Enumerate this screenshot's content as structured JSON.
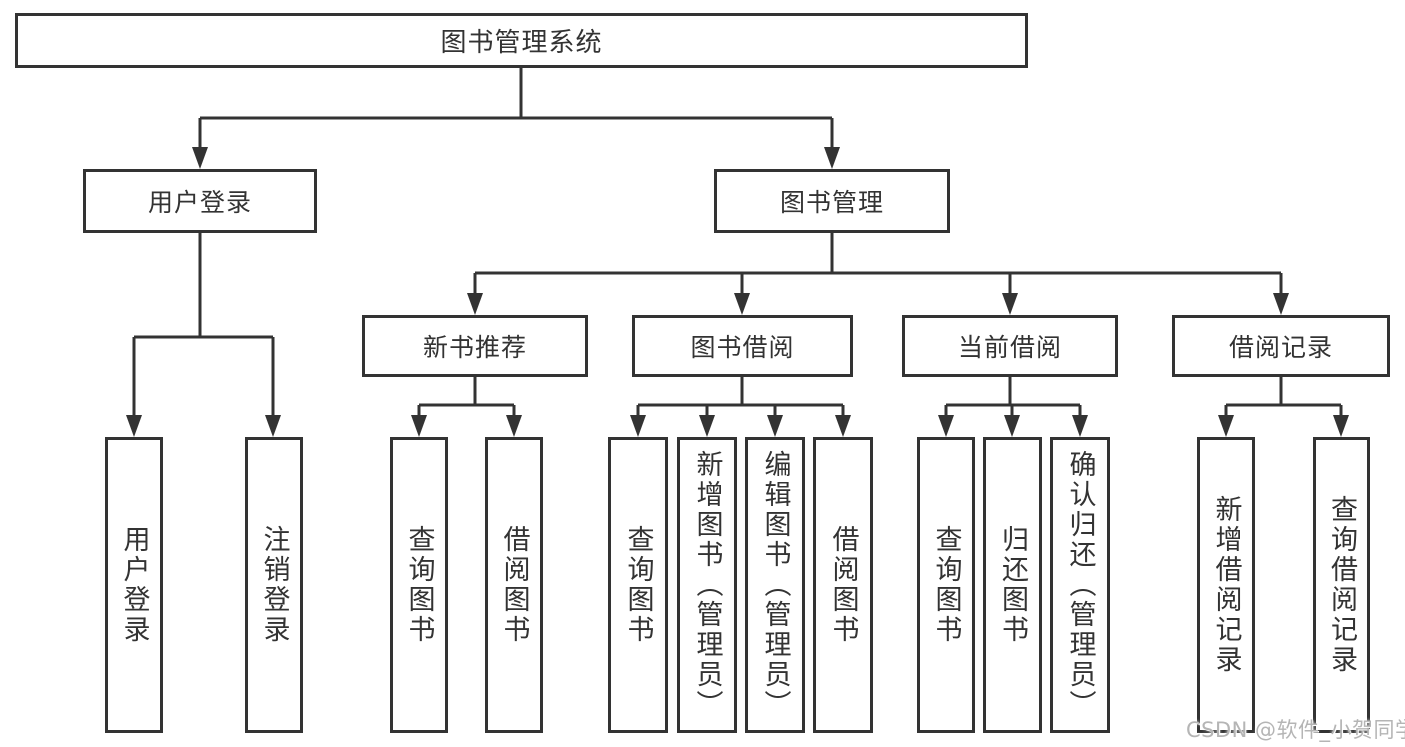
{
  "diagram": {
    "root": "图书管理系统",
    "modules": [
      {
        "label": "用户登录",
        "leaves": [
          "用户登录",
          "注销登录"
        ]
      },
      {
        "label": "图书管理",
        "submodules": [
          {
            "label": "新书推荐",
            "leaves": [
              "查询图书",
              "借阅图书"
            ]
          },
          {
            "label": "图书借阅",
            "leaves": [
              "查询图书",
              "新增图书（管理员）",
              "编辑图书（管理员）",
              "借阅图书"
            ]
          },
          {
            "label": "当前借阅",
            "leaves": [
              "查询图书",
              "归还图书",
              "确认归还（管理员）"
            ]
          },
          {
            "label": "借阅记录",
            "leaves": [
              "新增借阅记录",
              "查询借阅记录"
            ]
          }
        ]
      }
    ]
  },
  "watermark": "CSDN @软件_小贺同学",
  "colors": {
    "line": "#333333",
    "box_border": "#333333",
    "box_fill": "#ffffff",
    "text": "#333333",
    "watermark": "#b5b5b5",
    "background": "#ffffff"
  }
}
